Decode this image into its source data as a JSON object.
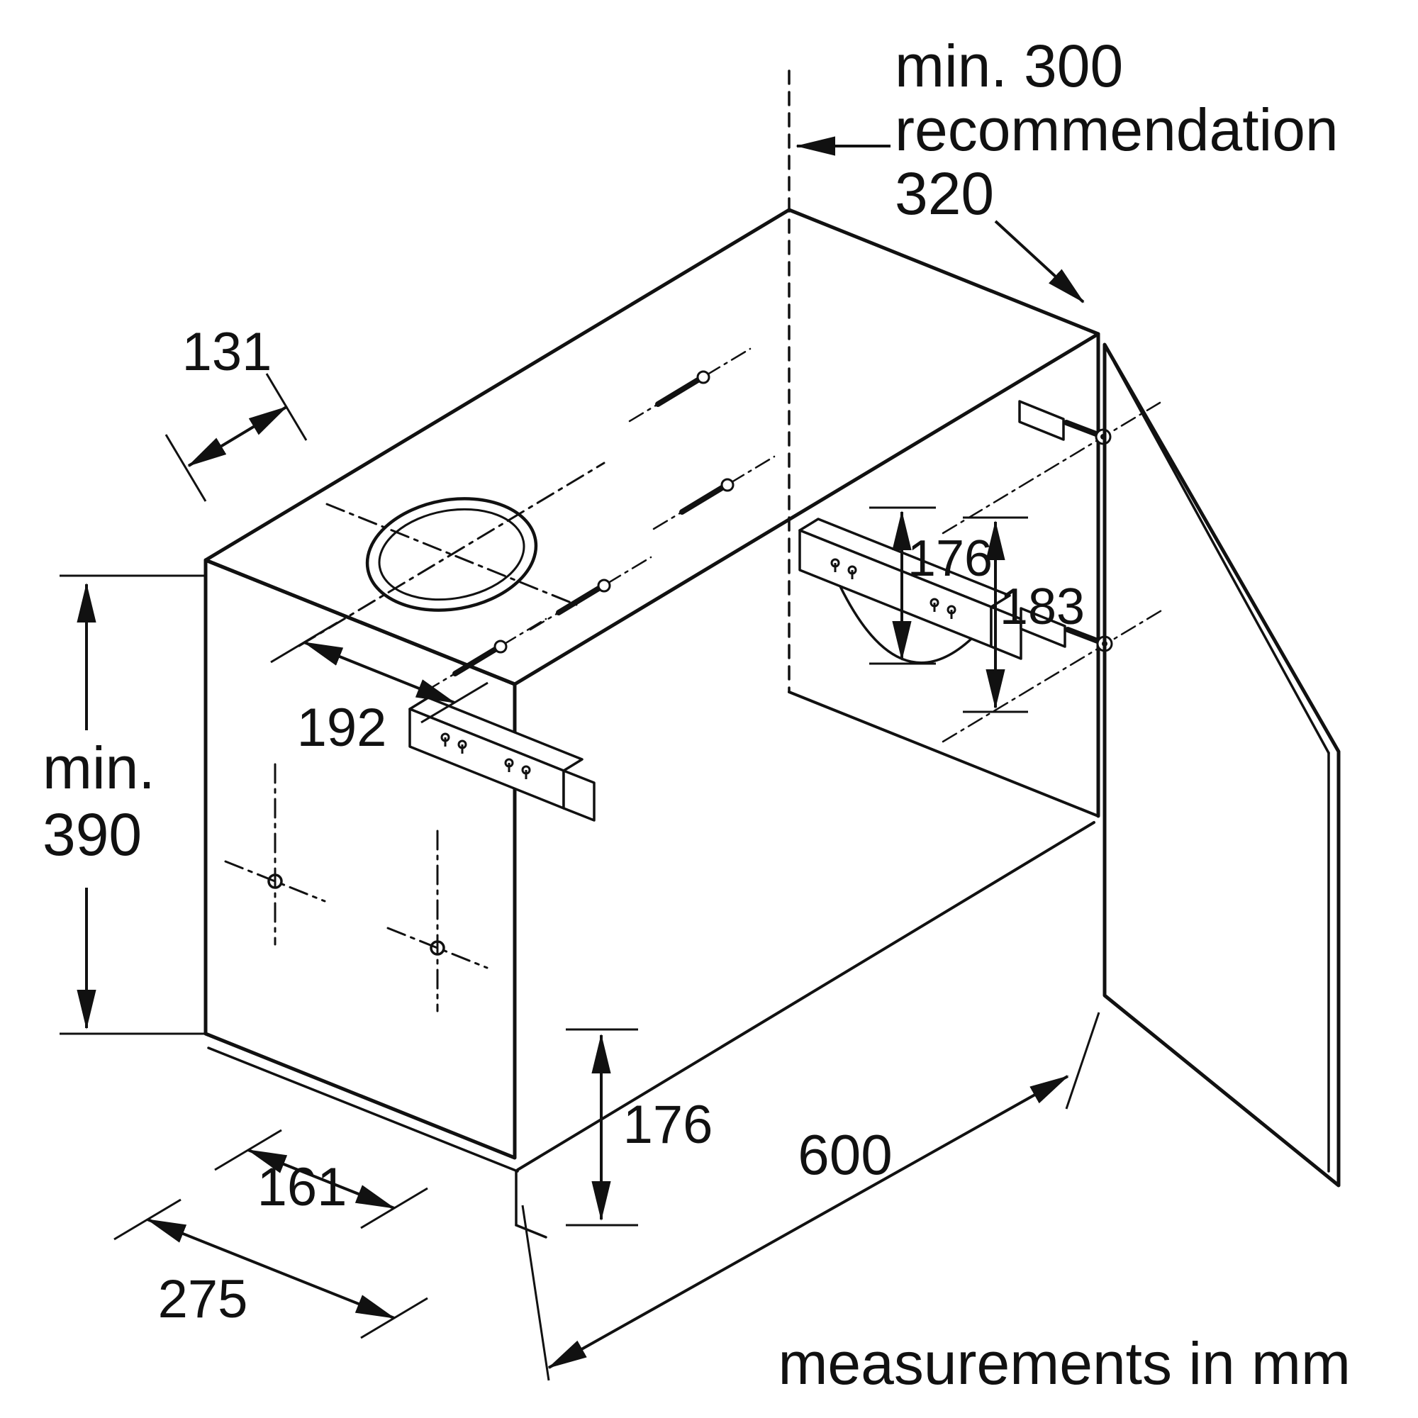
{
  "note": {
    "measurements": "measurements in mm"
  },
  "dims": {
    "min300": "min. 300",
    "recommendation": "recommendation",
    "rec320": "320",
    "d131": "131",
    "d192": "192",
    "min_label": "min.",
    "d390": "390",
    "d161": "161",
    "d275": "275",
    "d176_front": "176",
    "d600": "600",
    "d176_side": "176",
    "d183": "183"
  }
}
